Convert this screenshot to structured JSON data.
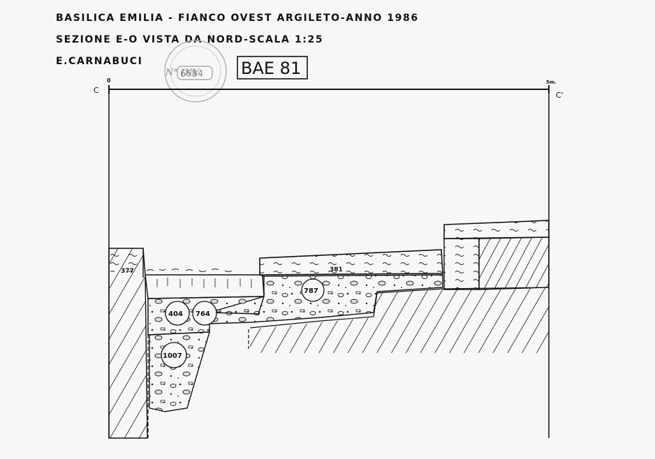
{
  "header": {
    "title": "BASILICA EMILIA - FIANCO  OVEST  ARGILETO-ANNO 1986",
    "subtitle": "SEZIONE  E-O  VISTA  DA  NORD-SCALA  1:25",
    "author": "E.CARNABUCI"
  },
  "stamp": {
    "inventory_label": "N° INV.",
    "inventory_number": "6684",
    "code": "BAE 81"
  },
  "section": {
    "left_label": "C",
    "right_label": "C'",
    "scale_start": "0",
    "scale_end": "5m.",
    "layers": [
      {
        "id": "377",
        "label": "377"
      },
      {
        "id": "381",
        "label": "381"
      },
      {
        "id": "787",
        "label": "787"
      },
      {
        "id": "404",
        "label": "404"
      },
      {
        "id": "764",
        "label": "764"
      },
      {
        "id": "1007",
        "label": "1007"
      }
    ]
  },
  "colors": {
    "ink": "#111111",
    "paper": "#f7f7f5",
    "stamp": "#9a9a9a"
  }
}
